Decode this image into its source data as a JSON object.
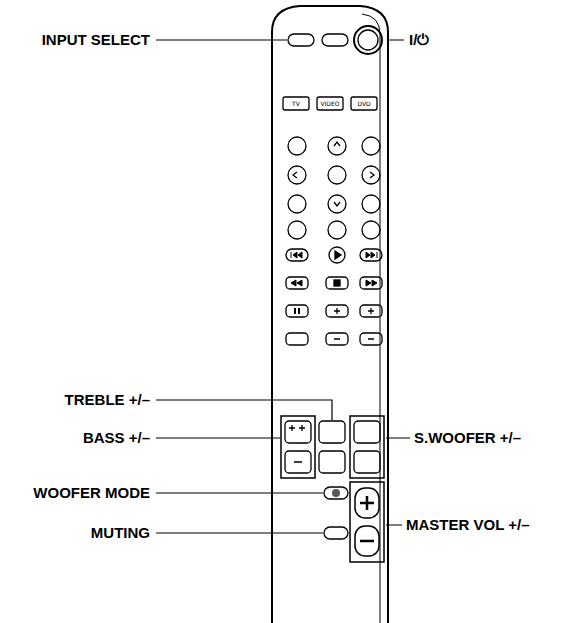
{
  "diagram": {
    "labels": [
      "INPUT SELECT",
      "I/⏻",
      "TV",
      "VIDEO",
      "DVD",
      "TREBLE +/–",
      "BASS +/–",
      "S.WOOFER +/–",
      "WOOFER MODE",
      "MUTING",
      "MASTER VOL +/–"
    ]
  }
}
